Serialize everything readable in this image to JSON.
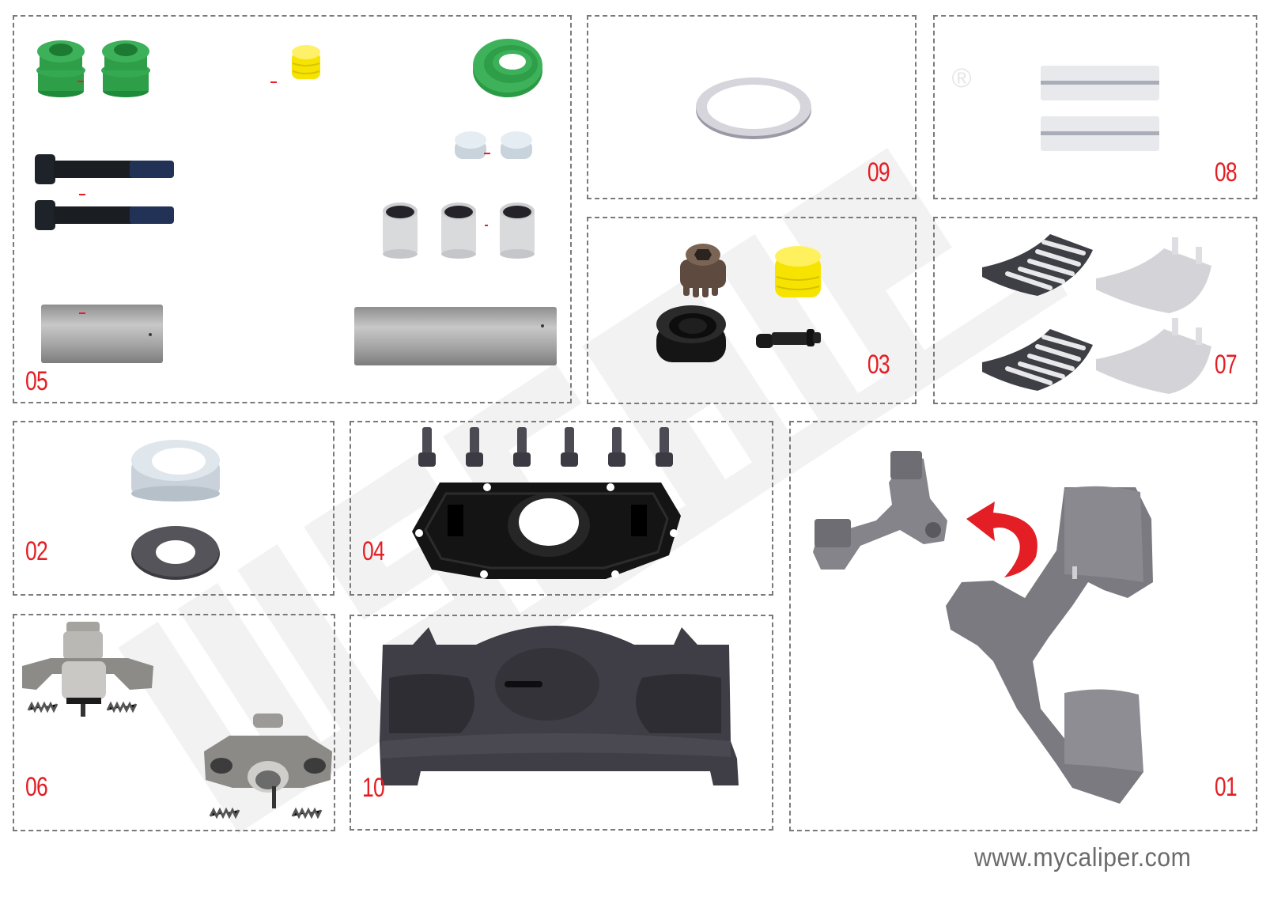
{
  "catalog": {
    "panels": [
      {
        "id": "05",
        "label": "05",
        "parts": [
          "dust-boot-green",
          "dust-boot-green",
          "yellow-cap",
          "green-seal-ring",
          "guide-pin-bolt",
          "guide-pin-bolt",
          "metal-cap",
          "metal-cap",
          "bushing",
          "bushing",
          "bushing",
          "guide-sleeve-short",
          "guide-sleeve-long"
        ]
      },
      {
        "id": "09",
        "label": "09",
        "parts": [
          "thrust-ring"
        ]
      },
      {
        "id": "08",
        "label": "08",
        "parts": [
          "roller-pin",
          "roller-pin"
        ]
      },
      {
        "id": "03",
        "label": "03",
        "parts": [
          "adjuster-gear",
          "yellow-cap",
          "shaft-seal",
          "adjuster-pin"
        ]
      },
      {
        "id": "07",
        "label": "07",
        "parts": [
          "needle-cage",
          "bearing-shell",
          "needle-cage",
          "bearing-shell"
        ]
      },
      {
        "id": "02",
        "label": "02",
        "parts": [
          "metal-seal-cap",
          "rubber-washer"
        ]
      },
      {
        "id": "04",
        "label": "04",
        "parts": [
          "cap-screw",
          "cap-screw",
          "cap-screw",
          "cap-screw",
          "cap-screw",
          "cap-screw",
          "cover-plate-gasket"
        ]
      },
      {
        "id": "06",
        "label": "06",
        "parts": [
          "adjuster-mechanism",
          "spring",
          "spring",
          "adjuster-mechanism",
          "spring",
          "spring"
        ]
      },
      {
        "id": "10",
        "label": "10",
        "parts": [
          "pressure-plate"
        ]
      },
      {
        "id": "01",
        "label": "01",
        "parts": [
          "brake-lever-small",
          "rotate-arrow",
          "brake-lever-large"
        ]
      }
    ]
  },
  "footer": {
    "url": "www.mycaliper.com"
  },
  "watermark": {
    "registered_mark": "®"
  },
  "colors": {
    "label_red": "#e31e24",
    "border": "#7a7a7a",
    "boot_green": "#2e9e48",
    "cap_yellow": "#f6e400",
    "steel": "#b9bcbf",
    "dark_metal": "#3f3d45"
  }
}
